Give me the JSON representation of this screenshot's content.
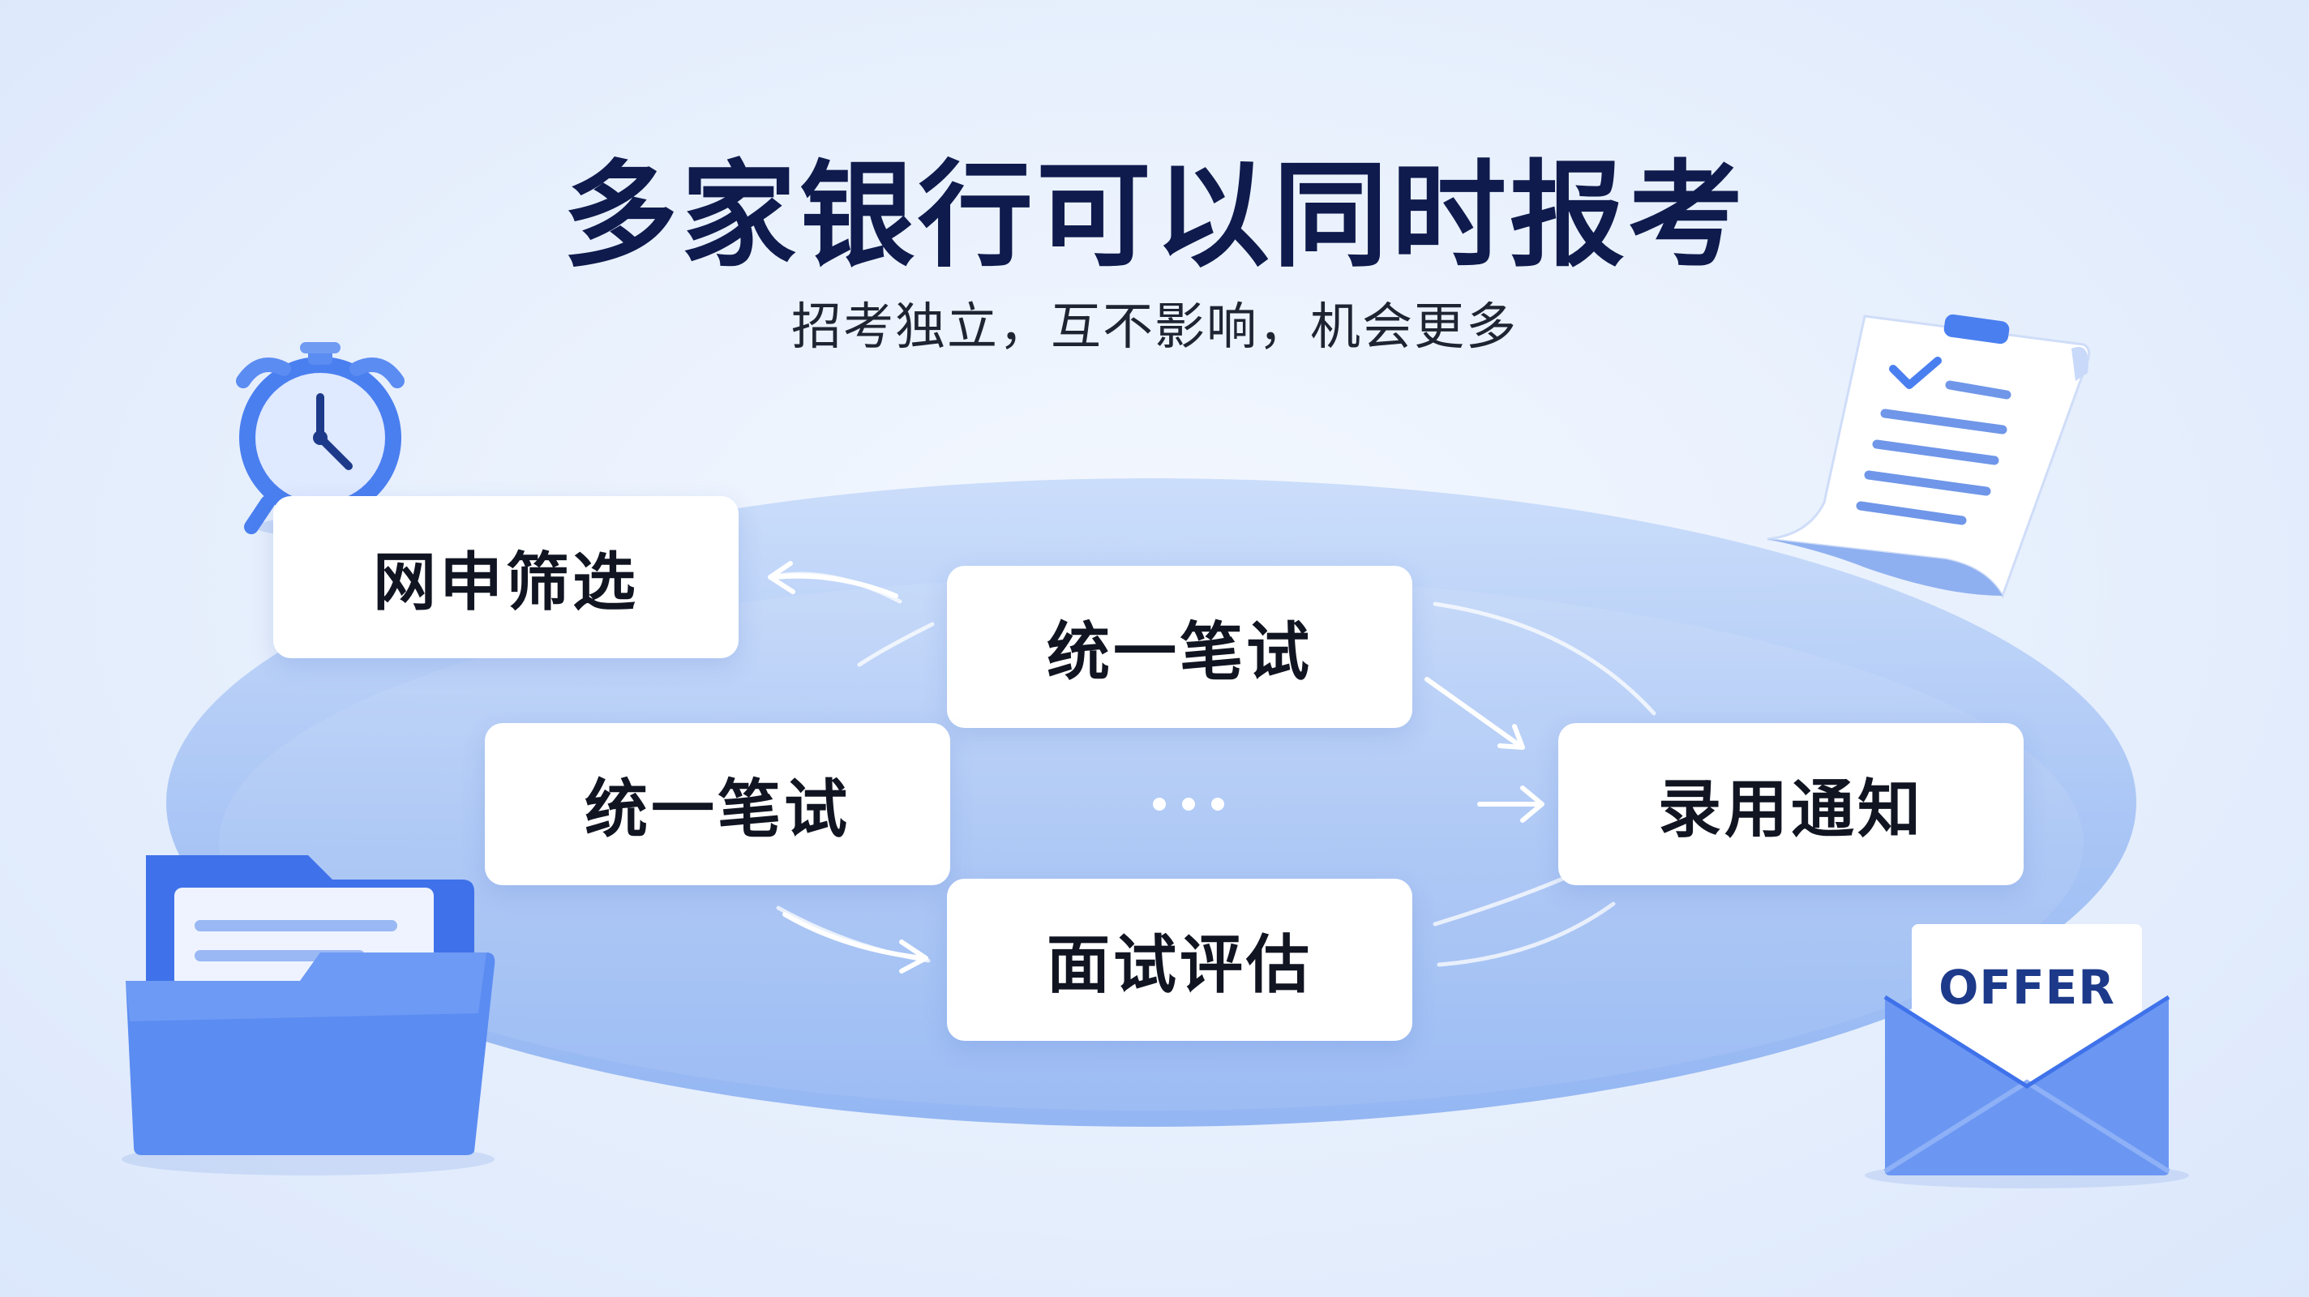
{
  "title": "多家银行可以同时报考",
  "subtitle": "招考独立，互不影响，机会更多",
  "steps": [
    {
      "label": "网申筛选"
    },
    {
      "label": "统一笔试"
    },
    {
      "label": "统一笔试"
    },
    {
      "label": "面试评估"
    },
    {
      "label": "录用通知"
    }
  ],
  "icons": {
    "clock": "alarm-clock-icon",
    "document": "checklist-document-icon",
    "folder": "folder-icon",
    "envelope": "offer-envelope-icon"
  },
  "offer_label": "OFFER",
  "colors": {
    "title": "#0f1b4d",
    "accent": "#4a7ff0",
    "ellipse": "#a9c6f6",
    "card": "#ffffff"
  }
}
